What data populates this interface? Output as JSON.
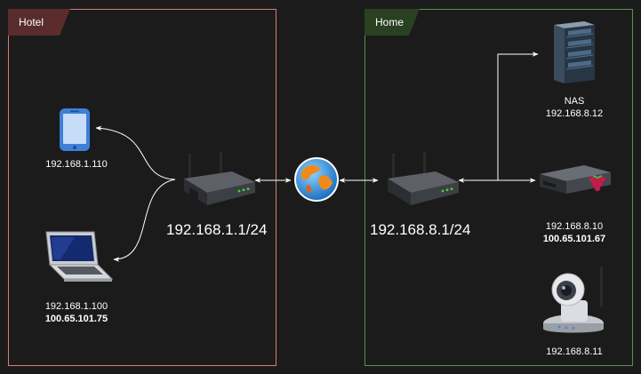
{
  "zones": {
    "hotel": {
      "title": "Hotel"
    },
    "home": {
      "title": "Home"
    }
  },
  "hotel": {
    "router_label": "192.168.1.1/24",
    "phone_ip": "192.168.1.110",
    "laptop_ip": "192.168.1.100",
    "laptop_tailscale_ip": "100.65.101.75"
  },
  "home": {
    "router_label": "192.168.8.1/24",
    "nas_name": "NAS",
    "nas_ip": "192.168.8.12",
    "pi_ip": "192.168.8.10",
    "pi_tailscale_ip": "100.65.101.67",
    "camera_ip": "192.168.8.11"
  },
  "icons": {
    "phone": "smartphone-icon",
    "laptop": "laptop-icon",
    "router": "wireless-router-icon",
    "internet": "globe-icon",
    "nas": "server-rack-icon",
    "pi": "raspberry-pi-icon",
    "camera": "ip-camera-icon"
  },
  "colors": {
    "background": "#1b1b1b",
    "hotel_border": "#d67a7a",
    "hotel_tag": "#5a2c2c",
    "home_border": "#5d8f4e",
    "home_tag": "#294021",
    "connector": "#ffffff"
  }
}
